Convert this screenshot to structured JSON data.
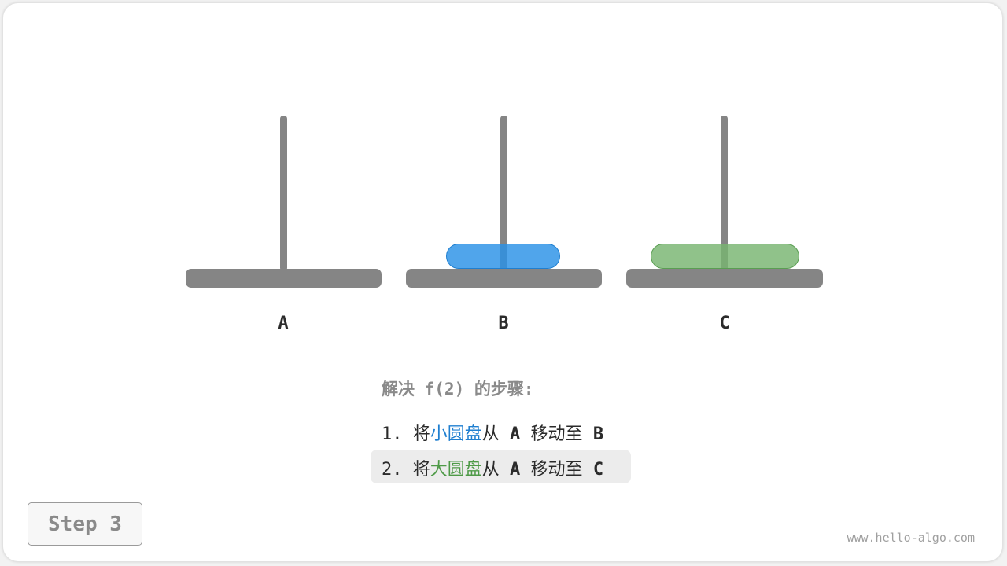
{
  "pegs": [
    {
      "label": "A"
    },
    {
      "label": "B"
    },
    {
      "label": "C"
    }
  ],
  "disks": [
    {
      "name": "small",
      "peg": "B",
      "fill": "#4aa3ea",
      "border": "#1f7fd0",
      "level": 1
    },
    {
      "name": "large",
      "peg": "C",
      "fill": "#8cbf85",
      "border": "#5a9e52",
      "level": 1
    }
  ],
  "steps": {
    "title": "解决 f(2) 的步骤:",
    "items": [
      {
        "num": "1.",
        "verb": "将",
        "disk": "小圆盘",
        "from_word": "从",
        "from": "A",
        "to_word": "移动至",
        "to": "B",
        "color": "#1f7fd0",
        "highlighted": false
      },
      {
        "num": "2.",
        "verb": "将",
        "disk": "大圆盘",
        "from_word": "从",
        "from": "A",
        "to_word": "移动至",
        "to": "C",
        "color": "#4e9a47",
        "highlighted": true
      }
    ]
  },
  "step_indicator": {
    "label": "Step 3"
  },
  "watermark": "www.hello-algo.com",
  "colors": {
    "peg": "#858585",
    "small_disk": "#4aa3ea",
    "large_disk": "#8cbf85",
    "highlight_bg": "#ececec"
  }
}
